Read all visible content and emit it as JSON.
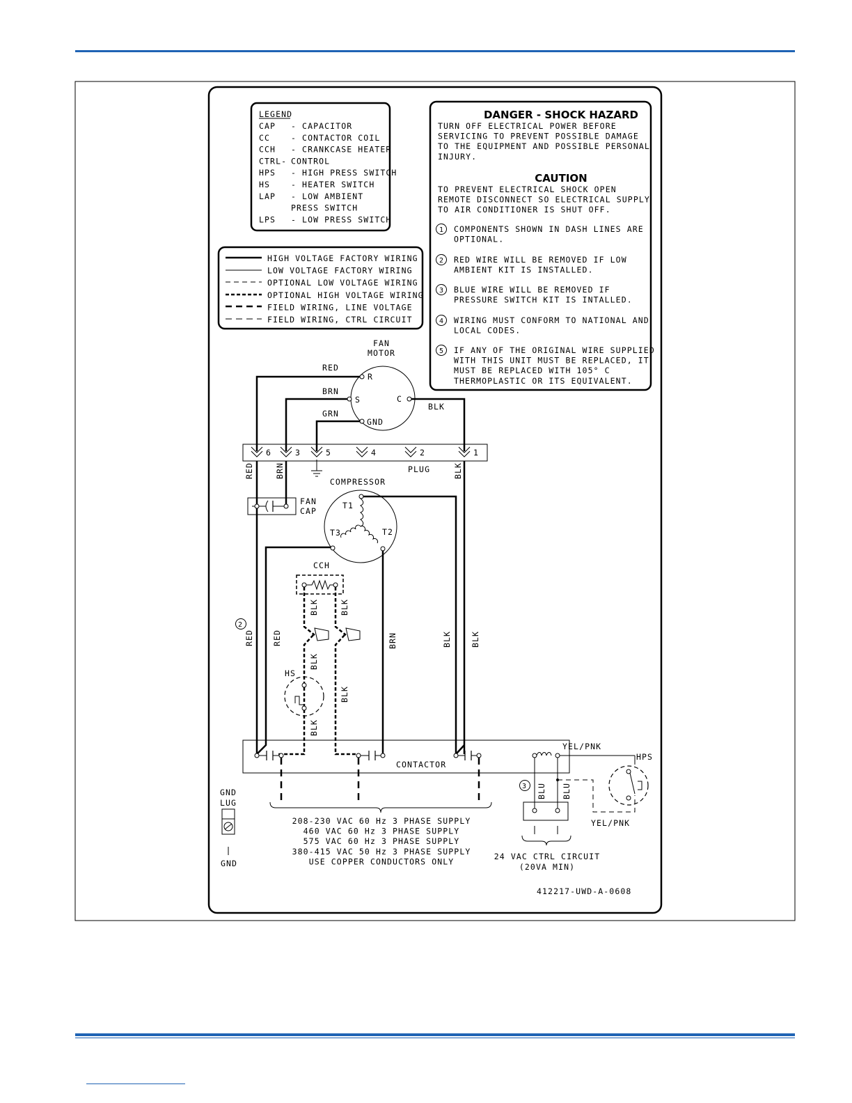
{
  "legend": {
    "title": "LEGEND",
    "items": [
      {
        "abbr": "CAP",
        "desc": "- CAPACITOR"
      },
      {
        "abbr": "CC",
        "desc": "- CONTACTOR COIL"
      },
      {
        "abbr": "CCH",
        "desc": "- CRANKCASE HEATER"
      },
      {
        "abbr": "CTRL-",
        "desc": "CONTROL"
      },
      {
        "abbr": "HPS",
        "desc": "- HIGH PRESS SWITCH"
      },
      {
        "abbr": "HS",
        "desc": "- HEATER SWITCH"
      },
      {
        "abbr": "LAP",
        "desc": "- LOW AMBIENT"
      },
      {
        "abbr": "",
        "desc": "PRESS SWITCH"
      },
      {
        "abbr": "LPS",
        "desc": "- LOW PRESS SWITCH"
      }
    ]
  },
  "line_key": [
    "HIGH VOLTAGE FACTORY WIRING",
    "LOW VOLTAGE FACTORY WIRING",
    "OPTIONAL LOW VOLTAGE WIRING",
    "OPTIONAL HIGH VOLTAGE WIRING",
    "FIELD WIRING, LINE VOLTAGE",
    "FIELD WIRING, CTRL CIRCUIT"
  ],
  "warning": {
    "danger_title": "DANGER - SHOCK HAZARD",
    "danger_lines": [
      "TURN OFF ELECTRICAL POWER BEFORE",
      "SERVICING TO PREVENT POSSIBLE DAMAGE",
      "TO THE EQUIPMENT AND POSSIBLE PERSONAL",
      "INJURY."
    ],
    "caution_title": "CAUTION",
    "caution_lines": [
      "TO PREVENT ELECTRICAL SHOCK OPEN",
      "REMOTE DISCONNECT SO ELECTRICAL SUPPLY",
      "TO AIR CONDITIONER IS SHUT OFF."
    ],
    "notes": [
      {
        "num": "1",
        "lines": [
          "COMPONENTS SHOWN IN DASH LINES ARE",
          "OPTIONAL."
        ]
      },
      {
        "num": "2",
        "lines": [
          "RED WIRE WILL BE REMOVED IF LOW",
          "AMBIENT KIT IS INSTALLED."
        ]
      },
      {
        "num": "3",
        "lines": [
          "BLUE WIRE WILL BE REMOVED IF",
          "PRESSURE SWITCH KIT IS INTALLED."
        ]
      },
      {
        "num": "4",
        "lines": [
          "WIRING MUST CONFORM TO NATIONAL AND",
          "LOCAL CODES."
        ]
      },
      {
        "num": "5",
        "lines": [
          "IF ANY OF THE ORIGINAL WIRE SUPPLIED",
          "WITH THIS UNIT MUST BE REPLACED, IT",
          "MUST BE REPLACED WITH 105° C",
          "THERMOPLASTIC OR ITS EQUIVALENT."
        ]
      }
    ]
  },
  "fan_motor": {
    "label1": "FAN",
    "label2": "MOTOR",
    "t_r": "R",
    "t_s": "S",
    "t_c": "C",
    "t_gnd": "GND"
  },
  "wires": {
    "red": "RED",
    "brn": "BRN",
    "grn": "GRN",
    "blk": "BLK",
    "blu": "BLU",
    "yel_pnk": "YEL/PNK"
  },
  "plug": {
    "label": "PLUG",
    "pins": [
      "6",
      "3",
      "5",
      "4",
      "2",
      "1"
    ]
  },
  "fan_cap": {
    "label1": "FAN",
    "label2": "CAP"
  },
  "compressor": {
    "label": "COMPRESSOR",
    "t1": "T1",
    "t2": "T2",
    "t3": "T3"
  },
  "cch": "CCH",
  "hs": "HS",
  "hps": "HPS",
  "contactor": "CONTACTOR",
  "note_markers": {
    "red": "2",
    "blu": "3"
  },
  "gnd_lug": {
    "label1": "GND",
    "label2": "LUG",
    "gnd": "GND"
  },
  "supply_lines": [
    "208-230 VAC 60 Hz 3 PHASE SUPPLY",
    "460 VAC 60 Hz 3 PHASE SUPPLY",
    "575 VAC 60 Hz 3 PHASE SUPPLY",
    "380-415 VAC 50 Hz 3 PHASE SUPPLY",
    "USE COPPER CONDUCTORS ONLY"
  ],
  "ctrl_circuit": [
    "24 VAC CTRL CIRCUIT",
    "(20VA MIN)"
  ],
  "drawing_number": "412217-UWD-A-0608",
  "colors": {
    "accent_rule": "#1f63b4"
  }
}
